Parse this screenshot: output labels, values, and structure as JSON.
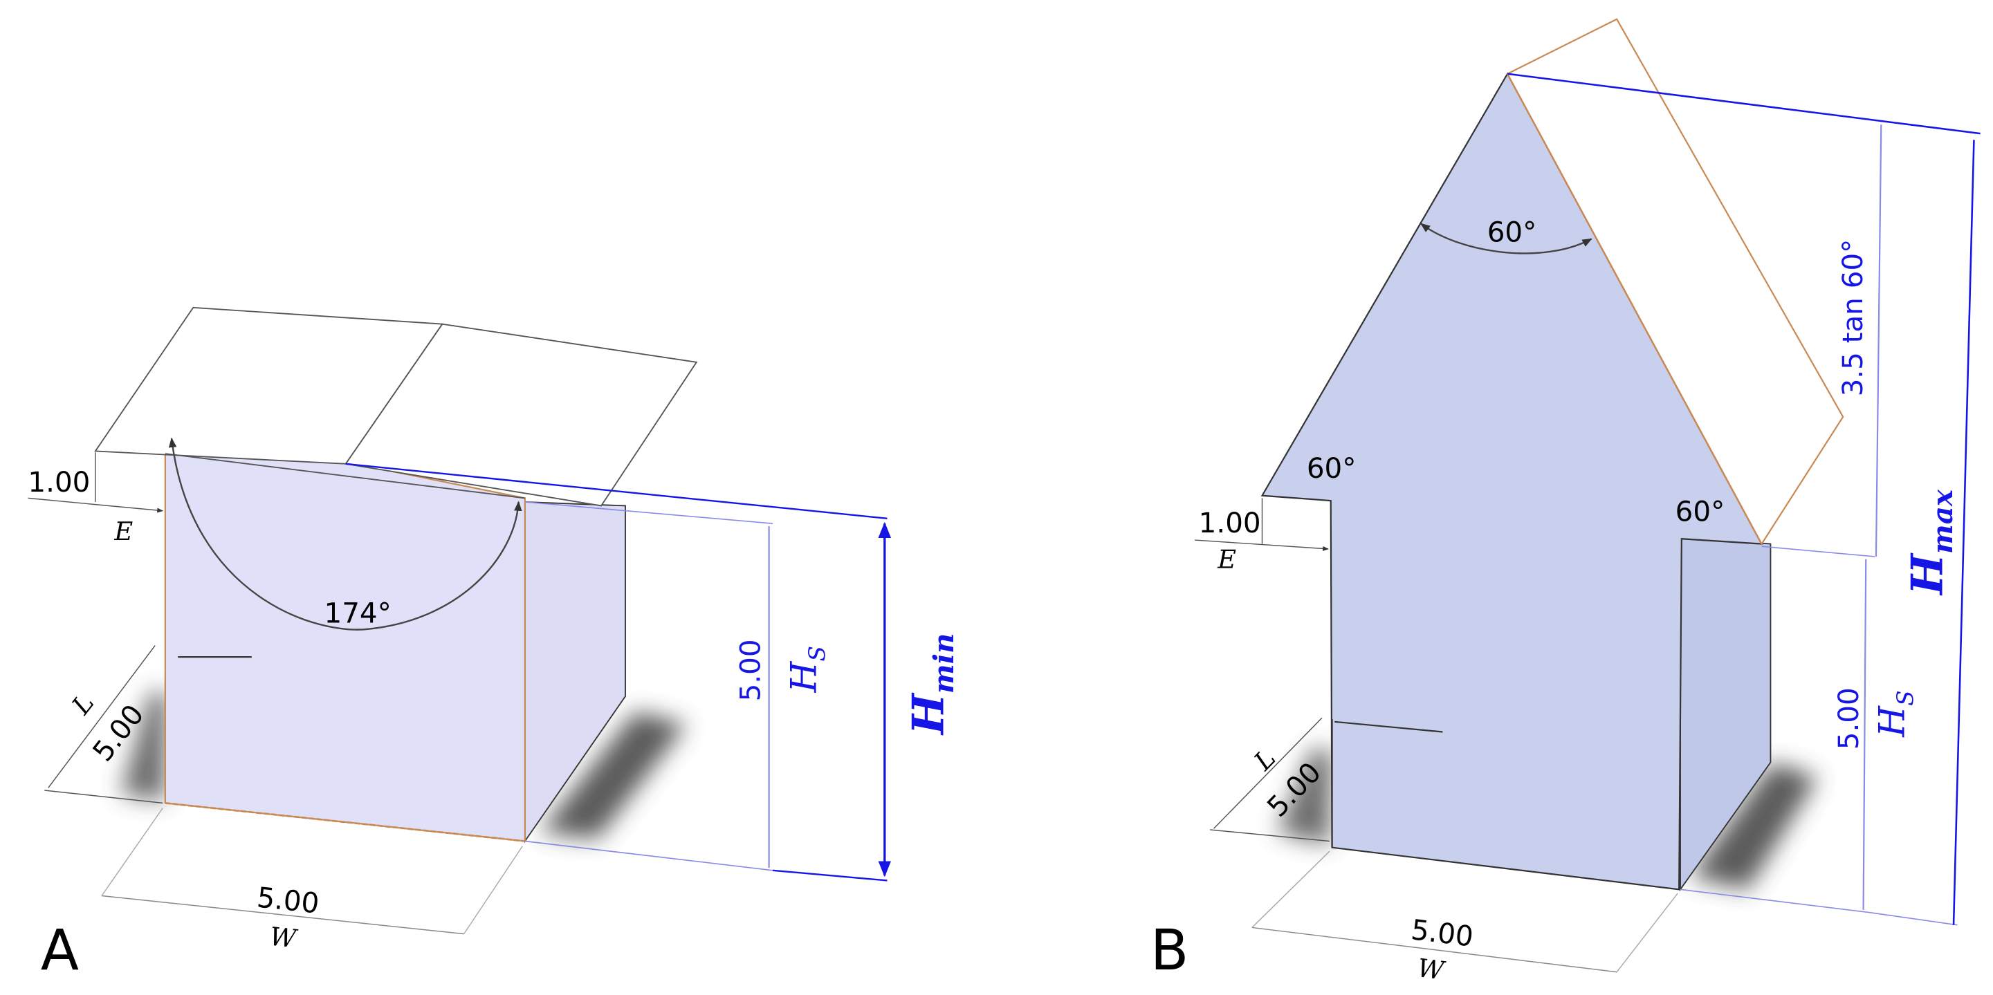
{
  "colors": {
    "face_a": "#e0e0f8",
    "face_b": "#c8d0ee",
    "flap_edge": "#c88a55",
    "dimension_blue": "#1515e6",
    "thin_blue": "#8a8ae8",
    "ink": "#222222",
    "shadow": "#4a4a4a"
  },
  "panel_a": {
    "letter": "A",
    "dim_e_value": "1.00",
    "dim_e_symbol": "E",
    "dim_l_symbol": "L",
    "dim_l_value": "5.00",
    "dim_w_value": "5.00",
    "dim_w_symbol": "W",
    "angle": "174°",
    "dim_hs_value": "5.00",
    "dim_hs_symbol": "H",
    "dim_hs_sub": "S",
    "dim_hmin_symbol": "H",
    "dim_hmin_sub": "min"
  },
  "panel_b": {
    "letter": "B",
    "dim_e_value": "1.00",
    "dim_e_symbol": "E",
    "dim_l_symbol": "L",
    "dim_l_value": "5.00",
    "dim_w_value": "5.00",
    "dim_w_symbol": "W",
    "angle_top": "60°",
    "angle_left": "60°",
    "angle_right": "60°",
    "dim_hs_value": "5.00",
    "dim_hs_symbol": "H",
    "dim_hs_sub": "S",
    "dim_tan": "3.5 tan 60°",
    "dim_hmax_symbol": "H",
    "dim_hmax_sub": "max"
  }
}
